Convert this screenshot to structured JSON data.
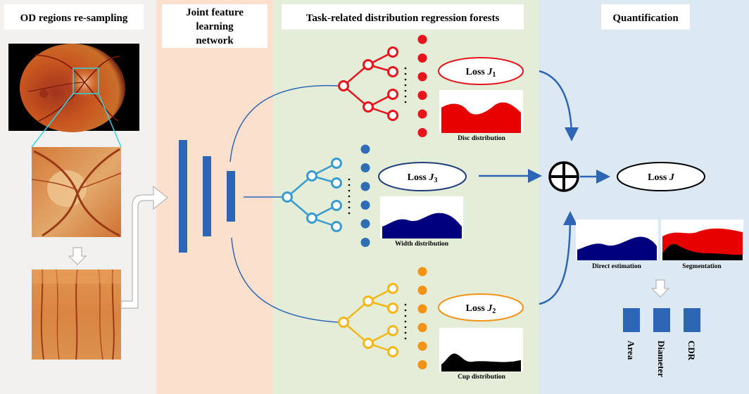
{
  "sections": {
    "od_title": "OD regions re-sampling",
    "joint_title_lines": [
      "Joint feature",
      "learning",
      "network"
    ],
    "forest_title": "Task-related distribution regression forests",
    "quant_title": "Quantification"
  },
  "losses": {
    "j1": {
      "prefix": "Loss ",
      "var": "J",
      "sub": "1"
    },
    "j2": {
      "prefix": "Loss ",
      "var": "J",
      "sub": "2"
    },
    "j3": {
      "prefix": "Loss ",
      "var": "J",
      "sub": "3"
    },
    "total": {
      "prefix": "Loss ",
      "var": "J"
    }
  },
  "captions": {
    "disc": "Disc distribution",
    "width": "Width distribution",
    "cup": "Cup distribution",
    "direct": "Direct estimation",
    "seg": "Segmentation"
  },
  "outputs": [
    "Area",
    "Diameter",
    "CDR"
  ],
  "colors": {
    "panel_od": "#f2f1ef",
    "panel_joint": "#fbe0cd",
    "panel_forest": "#e3edd8",
    "panel_quant": "#dce8f2",
    "disc_tree": "#e8141b",
    "width_tree": "#3a9bd0",
    "width_leaf": "#2f6db5",
    "cup_tree": "#f5b61a",
    "cup_leaf": "#f39214",
    "network_bar": "#2e66b6",
    "arrow": "#2e66b6",
    "disc_fill": "#e60000",
    "width_fill": "#00007f",
    "cup_fill": "#000000",
    "cyan_box": "#33d6e0"
  },
  "icons": [
    "plus-circle-icon",
    "hollow-down-arrow-icon",
    "hollow-bent-arrow-icon"
  ]
}
